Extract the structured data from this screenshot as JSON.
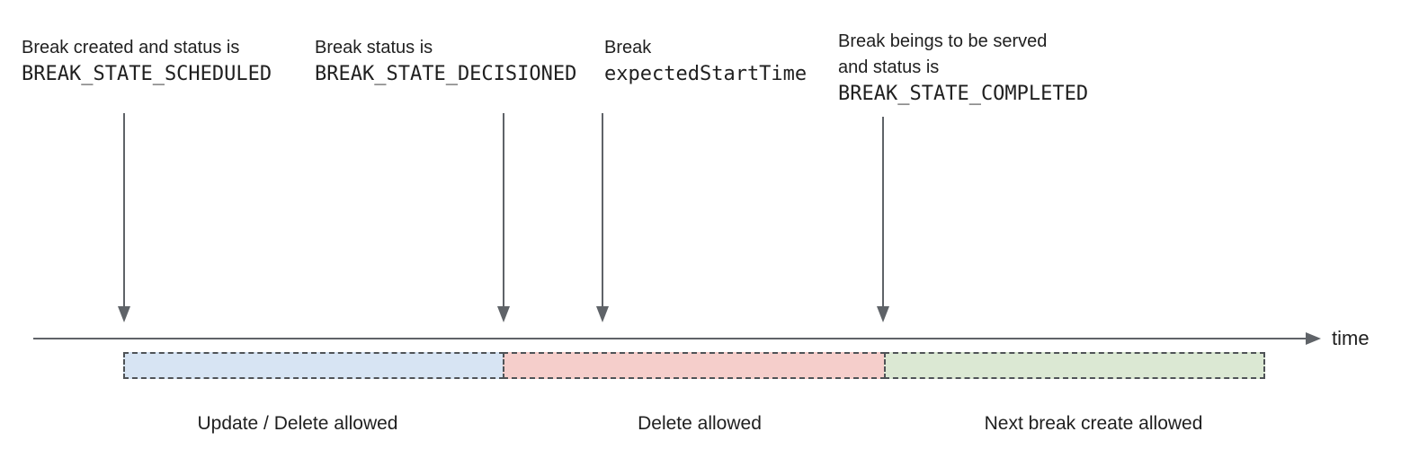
{
  "colors": {
    "text": "#1f1f1f",
    "arrow": "#5f6368",
    "dash_border": "#4f5357",
    "segment_blue": "#d7e4f3",
    "segment_red": "#f5cecb",
    "segment_green": "#dbe8d3"
  },
  "annotations": [
    {
      "lines": [
        "Break created and status is",
        "BREAK_STATE_SCHEDULED"
      ]
    },
    {
      "lines": [
        "Break status is",
        "BREAK_STATE_DECISIONED"
      ]
    },
    {
      "lines": [
        "Break",
        "expectedStartTime"
      ]
    },
    {
      "lines": [
        "Break beings to be served",
        "and status is",
        "BREAK_STATE_COMPLETED"
      ]
    }
  ],
  "timeline": {
    "axis_label": "time"
  },
  "segments": [
    {
      "label": "Update / Delete allowed",
      "color": "#d7e4f3"
    },
    {
      "label": "Delete allowed",
      "color": "#f5cecb"
    },
    {
      "label": "Next break create allowed",
      "color": "#dbe8d3"
    }
  ]
}
